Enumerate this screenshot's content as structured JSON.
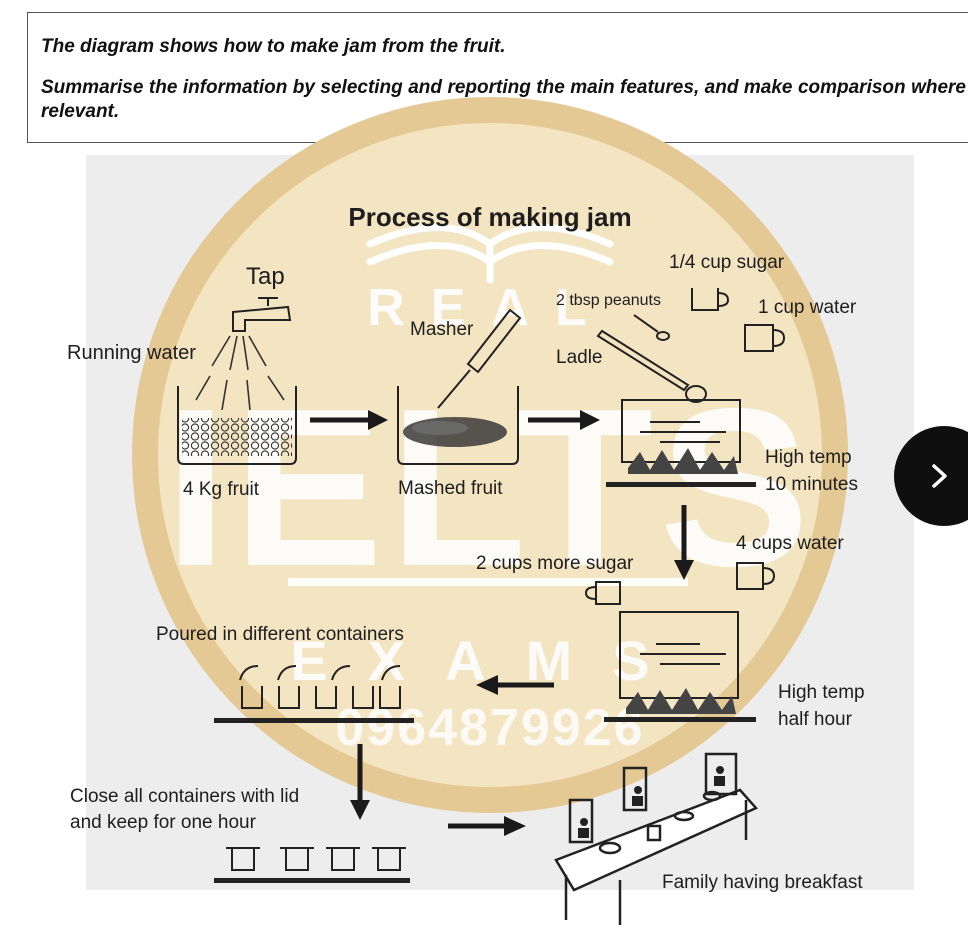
{
  "task": {
    "line1": "The diagram shows how to make jam from the fruit.",
    "line2": "Summarise the information by selecting and reporting the main features, and make comparison where relevant."
  },
  "diagram": {
    "title": "Process of making jam",
    "labels": {
      "tap": "Tap",
      "running_water": "Running water",
      "fruit": "4 Kg fruit",
      "masher": "Masher",
      "mashed_fruit": "Mashed fruit",
      "peanuts": "2 tbsp peanuts",
      "quarter_cup_sugar": "1/4 cup sugar",
      "one_cup_water": "1 cup water",
      "ladle": "Ladle",
      "high_temp_1": "High temp",
      "ten_minutes": "10 minutes",
      "four_cups_water": "4 cups water",
      "two_cups_sugar": "2 cups more sugar",
      "poured": "Poured in different containers",
      "high_temp_2": "High temp",
      "half_hour": "half hour",
      "close_line1": "Close all containers with lid",
      "close_line2": "and keep for one hour",
      "family": "Family having breakfast"
    }
  },
  "watermark": {
    "real": "REAL",
    "ielts": "IELTS",
    "exams": "EXAMS",
    "phone": "0964879926"
  },
  "colors": {
    "watermark_ring": "#e8cfa0",
    "watermark_fill": "#f4e6c4",
    "watermark_letters": "#ffffff",
    "panel_background": "#ededed",
    "next_button": "#0f0f0f"
  },
  "nav": {
    "next_icon": "chevron-right-icon"
  }
}
